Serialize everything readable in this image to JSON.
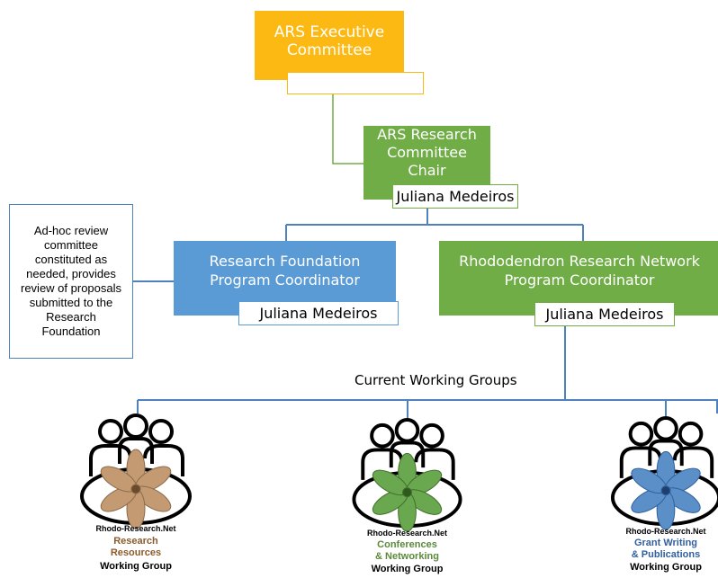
{
  "executive": {
    "title": "ARS Executive Committee"
  },
  "chair": {
    "title": "ARS Research Committee Chair",
    "person": "Juliana Medeiros"
  },
  "adhoc": {
    "text": "Ad-hoc review committee constituted as needed, provides review of proposals submitted to the Research Foundation"
  },
  "foundation": {
    "title": "Research Foundation Program Coordinator",
    "person": "Juliana Medeiros"
  },
  "network": {
    "title": "Rhododendron Research Network Program Coordinator",
    "person": "Juliana Medeiros"
  },
  "working_groups_label": "Current Working Groups",
  "groups": [
    {
      "site": "Rhodo-Research.Net",
      "title_line1": "Research",
      "title_line2": "Resources",
      "subtitle": "Working Group",
      "title_color": "#8b5a2b",
      "flower_color": "#c49a72"
    },
    {
      "site": "Rhodo-Research.Net",
      "title_line1": "Conferences",
      "title_line2": "& Networking",
      "subtitle": "Working Group",
      "title_color": "#5a8a3a",
      "flower_color": "#6aa84f"
    },
    {
      "site": "Rhodo-Research.Net",
      "title_line1": "Grant Writing",
      "title_line2": "& Publications",
      "subtitle": "Working Group",
      "title_color": "#2f5f9f",
      "flower_color": "#5b8fc7"
    }
  ],
  "colors": {
    "executive": "#fdb913",
    "green": "#70ad47",
    "blue": "#5b9bd5",
    "connector": "#4f81bd",
    "green_line": "#70ad47"
  }
}
